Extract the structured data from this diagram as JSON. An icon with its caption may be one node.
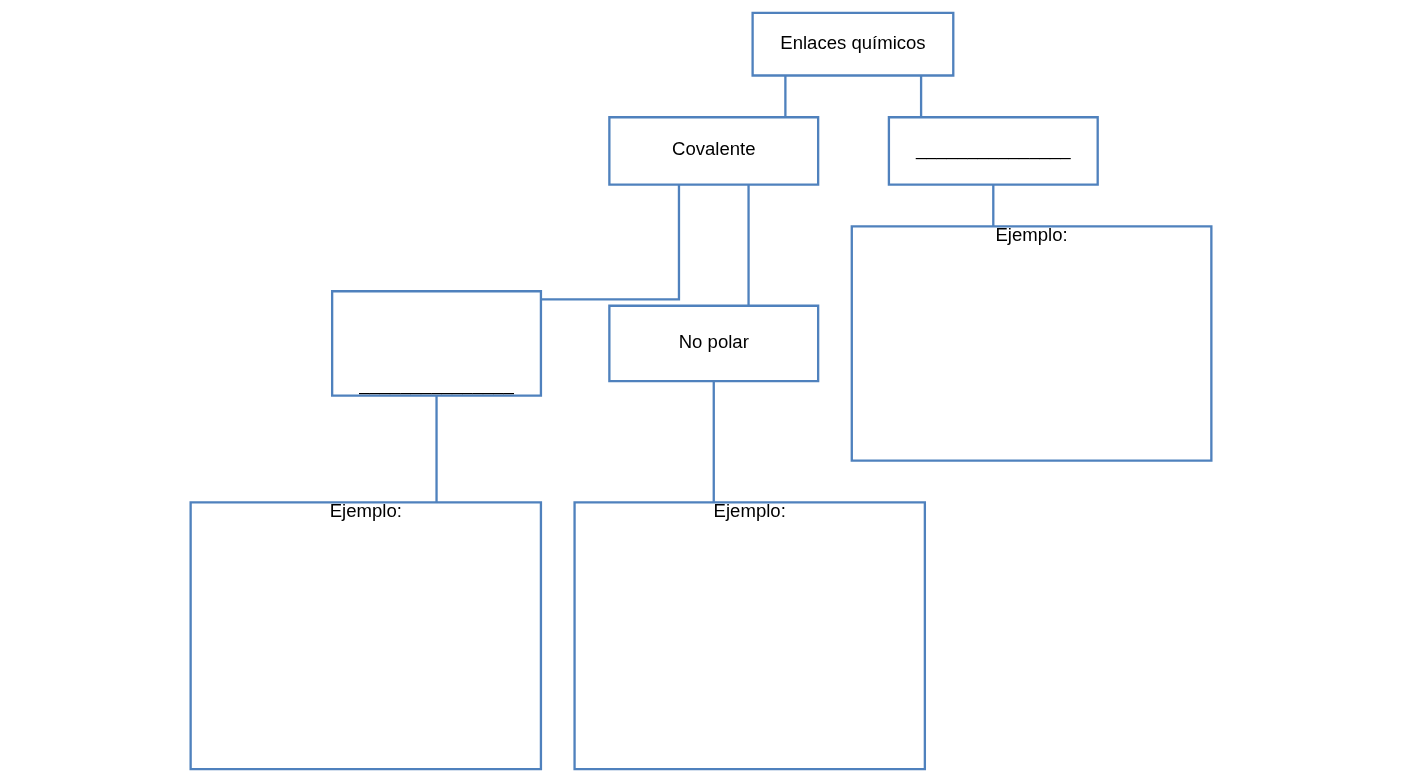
{
  "diagram": {
    "nodes": [
      {
        "text": [
          "Enlaces químicos"
        ]
      },
      {
        "text": [
          "Covalente"
        ]
      },
      {
        "text": [
          "_______________"
        ]
      },
      {
        "text": [
          "_______________"
        ]
      },
      {
        "text": [
          "No polar"
        ]
      },
      {
        "text": [
          "Ejemplo:"
        ]
      },
      {
        "text": [
          "Ejemplo:"
        ]
      },
      {
        "text": [
          "Ejemplo:"
        ]
      }
    ],
    "edges": [
      {
        "from": 0,
        "to": 1,
        "arrow": "none"
      },
      {
        "from": 0,
        "to": 2,
        "arrow": "none"
      },
      {
        "from": 1,
        "to": 3,
        "arrow": "none"
      },
      {
        "from": 1,
        "to": 4,
        "arrow": "none"
      },
      {
        "from": 3,
        "to": 5,
        "arrow": "none"
      },
      {
        "from": 4,
        "to": 6,
        "arrow": "none"
      },
      {
        "from": 2,
        "to": 7,
        "arrow": "none"
      }
    ]
  }
}
